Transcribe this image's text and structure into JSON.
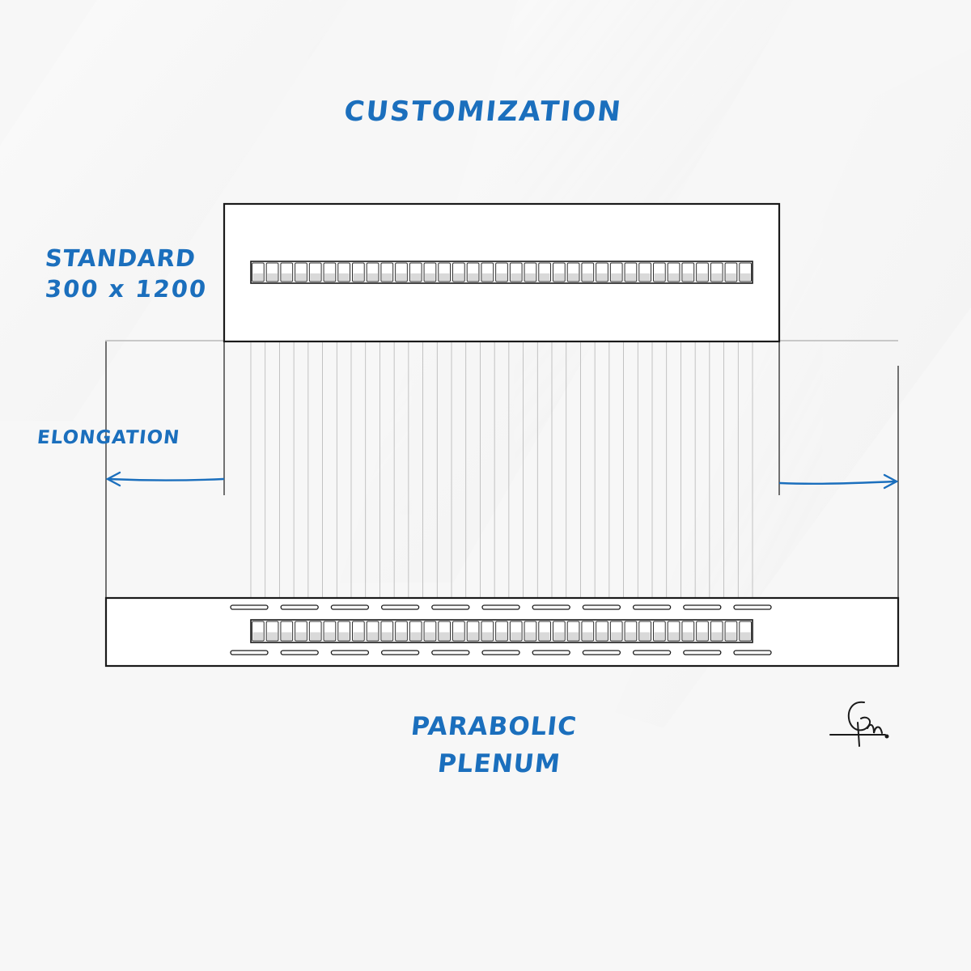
{
  "labels": {
    "title": "CUSTOMIZATION",
    "standard": "STANDARD",
    "standard_size": "300 x 1200",
    "elongation": "ELONGATION",
    "parabolic": "PARABOLIC",
    "plenum": "PLENUM"
  },
  "colors": {
    "ink": "#1a1a1a",
    "accent": "#1b6fbd",
    "background": "#f7f7f7"
  },
  "icons": {
    "signature": "artist-signature-icon",
    "arrow_left": "arrow-left-icon",
    "arrow_right": "arrow-right-icon"
  }
}
